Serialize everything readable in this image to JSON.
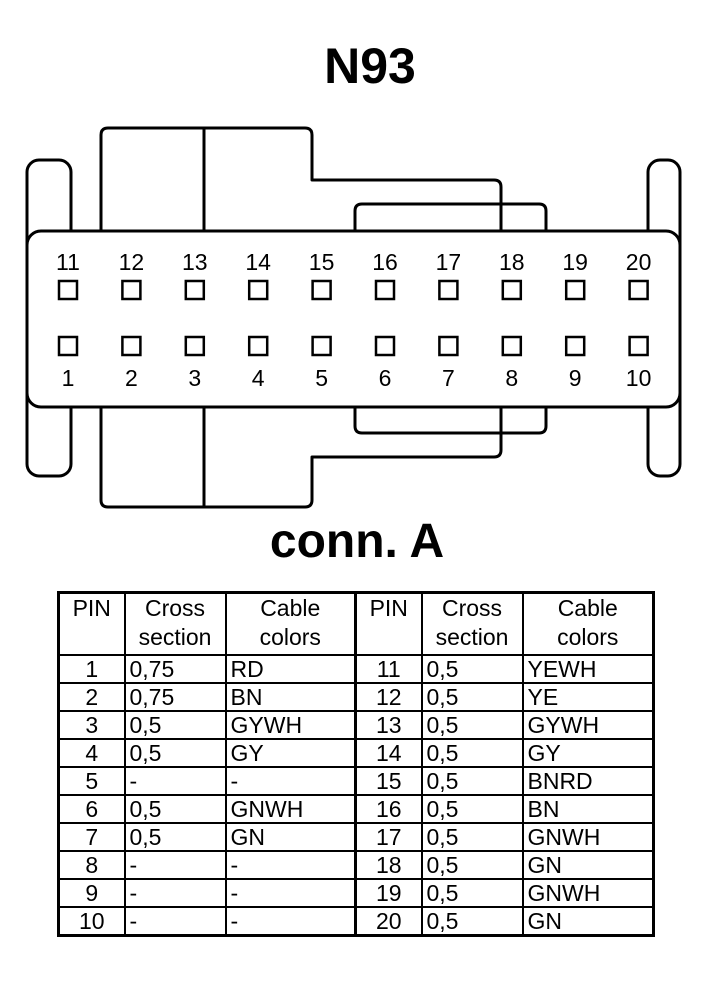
{
  "title": "N93",
  "connector_label": "conn. A",
  "top_pins": [
    "11",
    "12",
    "13",
    "14",
    "15",
    "16",
    "17",
    "18",
    "19",
    "20"
  ],
  "bottom_pins": [
    "1",
    "2",
    "3",
    "4",
    "5",
    "6",
    "7",
    "8",
    "9",
    "10"
  ],
  "table": {
    "headers": {
      "pin": "PIN",
      "cross_section_1": "Cross",
      "cross_section_2": "section",
      "cable_colors_1": "Cable",
      "cable_colors_2": "colors"
    },
    "rows": [
      {
        "pin_a": "1",
        "cs_a": "0,75",
        "color_a": "RD",
        "pin_b": "11",
        "cs_b": "0,5",
        "color_b": "YEWH"
      },
      {
        "pin_a": "2",
        "cs_a": "0,75",
        "color_a": "BN",
        "pin_b": "12",
        "cs_b": "0,5",
        "color_b": "YE"
      },
      {
        "pin_a": "3",
        "cs_a": "0,5",
        "color_a": "GYWH",
        "pin_b": "13",
        "cs_b": "0,5",
        "color_b": "GYWH"
      },
      {
        "pin_a": "4",
        "cs_a": "0,5",
        "color_a": "GY",
        "pin_b": "14",
        "cs_b": "0,5",
        "color_b": "GY"
      },
      {
        "pin_a": "5",
        "cs_a": "-",
        "color_a": "-",
        "pin_b": "15",
        "cs_b": "0,5",
        "color_b": "BNRD"
      },
      {
        "pin_a": "6",
        "cs_a": "0,5",
        "color_a": "GNWH",
        "pin_b": "16",
        "cs_b": "0,5",
        "color_b": "BN"
      },
      {
        "pin_a": "7",
        "cs_a": "0,5",
        "color_a": "GN",
        "pin_b": "17",
        "cs_b": "0,5",
        "color_b": "GNWH"
      },
      {
        "pin_a": "8",
        "cs_a": "-",
        "color_a": "-",
        "pin_b": "18",
        "cs_b": "0,5",
        "color_b": "GN"
      },
      {
        "pin_a": "9",
        "cs_a": "-",
        "color_a": "-",
        "pin_b": "19",
        "cs_b": "0,5",
        "color_b": "GNWH"
      },
      {
        "pin_a": "10",
        "cs_a": "-",
        "color_a": "-",
        "pin_b": "20",
        "cs_b": "0,5",
        "color_b": "GN"
      }
    ]
  }
}
